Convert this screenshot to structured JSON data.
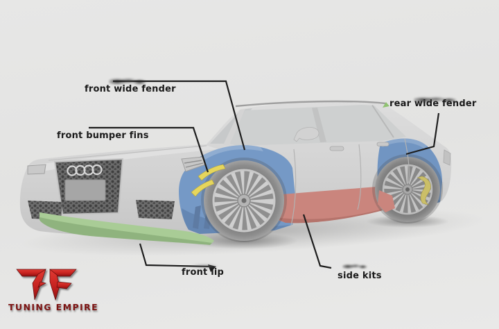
{
  "labels": {
    "front_wide_fender": "front wide fender",
    "front_bumper_fins": "front bumper fins",
    "rear_wide_fender": "rear wide fender",
    "front_lip": "front lip",
    "side_kits": "side kits"
  },
  "branding": {
    "logo_text": "TUNING EMPIRE",
    "logo_monogram": "TF",
    "logo_red": "#c6221f",
    "logo_text_color": "#7d1413"
  },
  "kit_colors": {
    "wide_fenders": "#7599c6",
    "rear_fender_shade": "#7195c2",
    "bumper_fins": "#e6d65c",
    "front_lip": "#a9cc96",
    "side_kits": "#ca857d",
    "diffuser_fin": "#cbbf68",
    "roof_fin": "#8fc271"
  },
  "scene": {
    "background": "#e6e6e5",
    "car_body": "#d4d4d4",
    "annotation_line_color": "#1d1d1d"
  }
}
